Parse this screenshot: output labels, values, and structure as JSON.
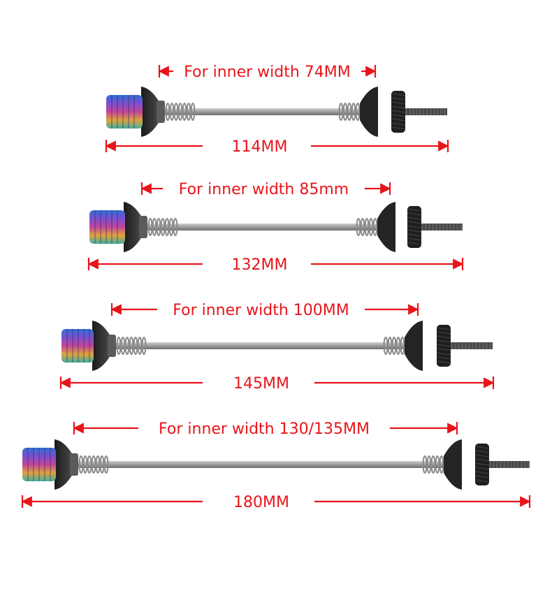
{
  "colors": {
    "dimension": "#e8141b",
    "skewer_rod": "#a8a8a8",
    "spring": "#9a9a9a",
    "knob": "#2a2a2a",
    "endcap_rainbow": [
      "#2f6fd6",
      "#7b4fd0",
      "#c2459b",
      "#e0a23a",
      "#3fb0a0"
    ]
  },
  "skewers": [
    {
      "inner_label": "For inner width 74MM",
      "overall_label": "114MM"
    },
    {
      "inner_label": "For inner width 85mm",
      "overall_label": "132MM"
    },
    {
      "inner_label": "For inner width 100MM",
      "overall_label": "145MM"
    },
    {
      "inner_label": "For inner width 130/135MM",
      "overall_label": "180MM"
    }
  ]
}
